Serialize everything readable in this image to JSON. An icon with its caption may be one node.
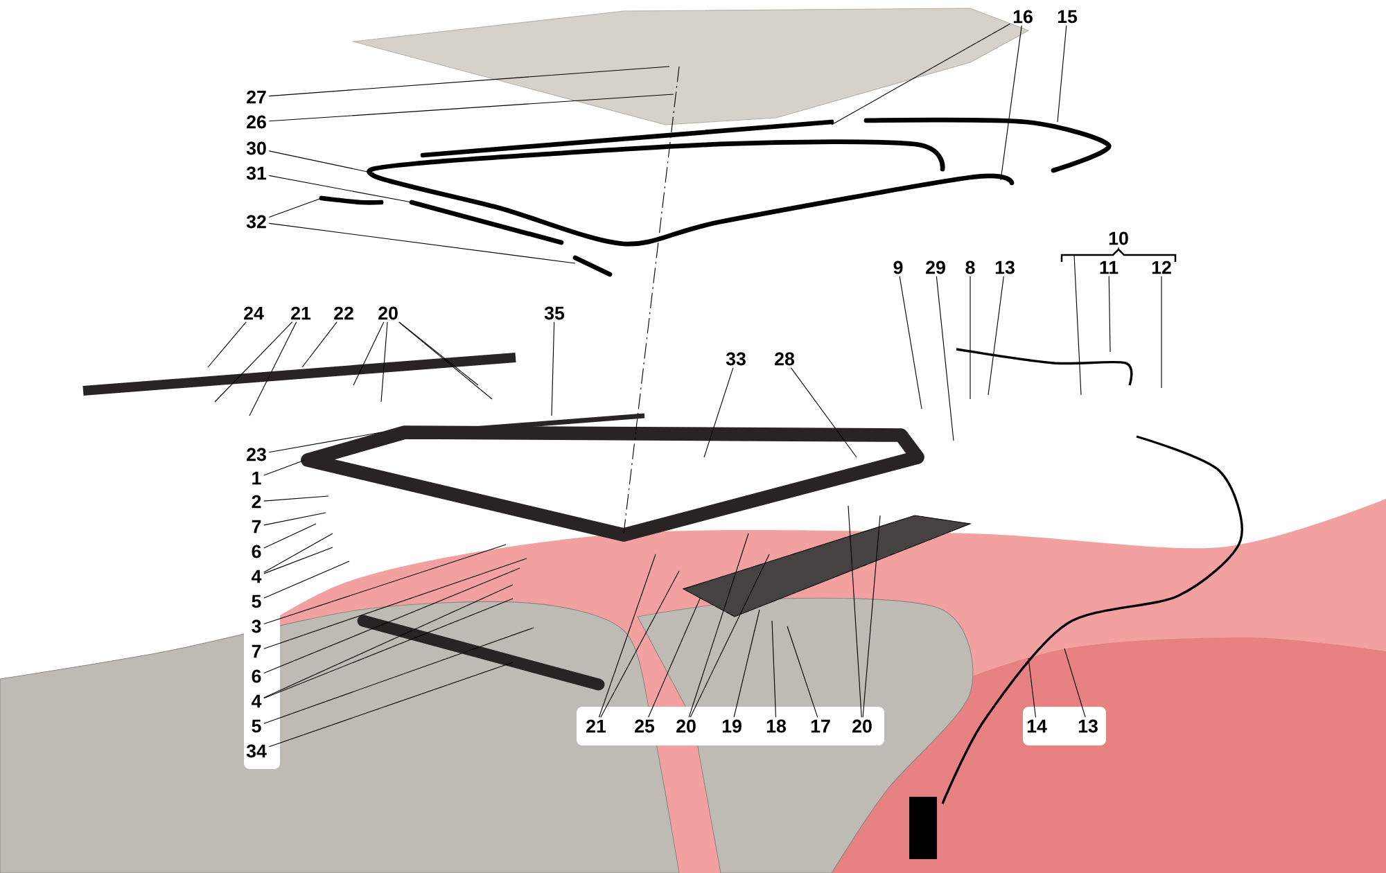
{
  "diagram": {
    "nodes": [
      {
        "text": [
          "16"
        ]
      },
      {
        "text": [
          "15"
        ]
      },
      {
        "text": [
          "27"
        ]
      },
      {
        "text": [
          "26"
        ]
      },
      {
        "text": [
          "30"
        ]
      },
      {
        "text": [
          "31"
        ]
      },
      {
        "text": [
          "32"
        ]
      },
      {
        "text": [
          "10"
        ]
      },
      {
        "text": [
          "9"
        ]
      },
      {
        "text": [
          "29"
        ]
      },
      {
        "text": [
          "8"
        ]
      },
      {
        "text": [
          "13"
        ]
      },
      {
        "text": [
          "11"
        ]
      },
      {
        "text": [
          "12"
        ]
      },
      {
        "text": [
          "24"
        ]
      },
      {
        "text": [
          "21"
        ]
      },
      {
        "text": [
          "22"
        ]
      },
      {
        "text": [
          "20"
        ]
      },
      {
        "text": [
          "35"
        ]
      },
      {
        "text": [
          "33"
        ]
      },
      {
        "text": [
          "28"
        ]
      },
      {
        "text": [
          "23"
        ]
      },
      {
        "text": [
          "1"
        ]
      },
      {
        "text": [
          "2"
        ]
      },
      {
        "text": [
          "7"
        ]
      },
      {
        "text": [
          "6"
        ]
      },
      {
        "text": [
          "4"
        ]
      },
      {
        "text": [
          "5"
        ]
      },
      {
        "text": [
          "3"
        ]
      },
      {
        "text": [
          "7"
        ]
      },
      {
        "text": [
          "6"
        ]
      },
      {
        "text": [
          "4"
        ]
      },
      {
        "text": [
          "5"
        ]
      },
      {
        "text": [
          "34"
        ]
      },
      {
        "text": [
          "21"
        ]
      },
      {
        "text": [
          "25"
        ]
      },
      {
        "text": [
          "20"
        ]
      },
      {
        "text": [
          "19"
        ]
      },
      {
        "text": [
          "18"
        ]
      },
      {
        "text": [
          "17"
        ]
      },
      {
        "text": [
          "20"
        ]
      },
      {
        "text": [
          "14"
        ]
      },
      {
        "text": [
          "13"
        ]
      }
    ],
    "edges": [
      {
        "from": 0,
        "to": null,
        "arrow": "none"
      },
      {
        "from": 0,
        "to": null,
        "arrow": "none"
      },
      {
        "from": 1,
        "to": null,
        "arrow": "none"
      },
      {
        "from": 2,
        "to": null,
        "arrow": "none"
      },
      {
        "from": 3,
        "to": null,
        "arrow": "none"
      },
      {
        "from": 4,
        "to": null,
        "arrow": "none"
      },
      {
        "from": 5,
        "to": null,
        "arrow": "none"
      },
      {
        "from": 6,
        "to": null,
        "arrow": "none"
      },
      {
        "from": 6,
        "to": null,
        "arrow": "none"
      },
      {
        "from": 7,
        "to": null,
        "arrow": "none"
      },
      {
        "from": 8,
        "to": null,
        "arrow": "none"
      },
      {
        "from": 9,
        "to": null,
        "arrow": "none"
      },
      {
        "from": 10,
        "to": null,
        "arrow": "none"
      },
      {
        "from": 11,
        "to": null,
        "arrow": "none"
      },
      {
        "from": 12,
        "to": null,
        "arrow": "none"
      },
      {
        "from": 13,
        "to": null,
        "arrow": "none"
      },
      {
        "from": 14,
        "to": null,
        "arrow": "none"
      },
      {
        "from": 15,
        "to": null,
        "arrow": "none"
      },
      {
        "from": 15,
        "to": null,
        "arrow": "none"
      },
      {
        "from": 16,
        "to": null,
        "arrow": "none"
      },
      {
        "from": 17,
        "to": null,
        "arrow": "none"
      },
      {
        "from": 17,
        "to": null,
        "arrow": "none"
      },
      {
        "from": 17,
        "to": null,
        "arrow": "none"
      },
      {
        "from": 17,
        "to": null,
        "arrow": "none"
      },
      {
        "from": 18,
        "to": null,
        "arrow": "none"
      },
      {
        "from": 19,
        "to": null,
        "arrow": "none"
      },
      {
        "from": 20,
        "to": null,
        "arrow": "none"
      },
      {
        "from": 21,
        "to": null,
        "arrow": "none"
      },
      {
        "from": 22,
        "to": null,
        "arrow": "none"
      },
      {
        "from": 23,
        "to": null,
        "arrow": "none"
      },
      {
        "from": 24,
        "to": null,
        "arrow": "none"
      },
      {
        "from": 25,
        "to": null,
        "arrow": "none"
      },
      {
        "from": 26,
        "to": null,
        "arrow": "none"
      },
      {
        "from": 26,
        "to": null,
        "arrow": "none"
      },
      {
        "from": 27,
        "to": null,
        "arrow": "none"
      },
      {
        "from": 28,
        "to": null,
        "arrow": "none"
      },
      {
        "from": 29,
        "to": null,
        "arrow": "none"
      },
      {
        "from": 30,
        "to": null,
        "arrow": "none"
      },
      {
        "from": 31,
        "to": null,
        "arrow": "none"
      },
      {
        "from": 31,
        "to": null,
        "arrow": "none"
      },
      {
        "from": 32,
        "to": null,
        "arrow": "none"
      },
      {
        "from": 33,
        "to": null,
        "arrow": "none"
      },
      {
        "from": 34,
        "to": null,
        "arrow": "none"
      },
      {
        "from": 34,
        "to": null,
        "arrow": "none"
      },
      {
        "from": 35,
        "to": null,
        "arrow": "none"
      },
      {
        "from": 36,
        "to": null,
        "arrow": "none"
      },
      {
        "from": 36,
        "to": null,
        "arrow": "none"
      },
      {
        "from": 37,
        "to": null,
        "arrow": "none"
      },
      {
        "from": 38,
        "to": null,
        "arrow": "none"
      },
      {
        "from": 39,
        "to": null,
        "arrow": "none"
      },
      {
        "from": 40,
        "to": null,
        "arrow": "none"
      },
      {
        "from": 40,
        "to": null,
        "arrow": "none"
      },
      {
        "from": 41,
        "to": null,
        "arrow": "none"
      },
      {
        "from": 42,
        "to": null,
        "arrow": "none"
      }
    ]
  }
}
